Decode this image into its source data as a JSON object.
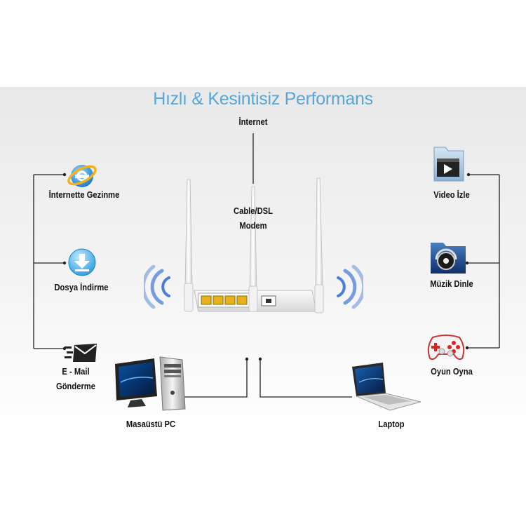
{
  "title": "Hızlı & Kesintisiz Performans",
  "center": {
    "internet": "İnternet",
    "modem_line1": "Cable/DSL",
    "modem_line2": "Modem"
  },
  "left": {
    "browsing": "İnternette Gezinme",
    "download": "Dosya İndirme",
    "email_line1": "E - Mail",
    "email_line2": "Gönderme"
  },
  "right": {
    "video": "Video İzle",
    "music": "Müzik Dinle",
    "game": "Oyun Oyna"
  },
  "bottom": {
    "desktop": "Masaüstü PC",
    "laptop": "Laptop"
  },
  "colors": {
    "title": "#5aa6d8",
    "line": "#222222",
    "wifi": "#3d78d8",
    "port": "#e8b21c"
  },
  "icons": [
    "internet-explorer-icon",
    "download-icon",
    "email-icon",
    "video-folder-icon",
    "music-folder-icon",
    "gamepad-icon",
    "wifi-icon",
    "router-icon",
    "desktop-pc-icon",
    "laptop-icon"
  ]
}
